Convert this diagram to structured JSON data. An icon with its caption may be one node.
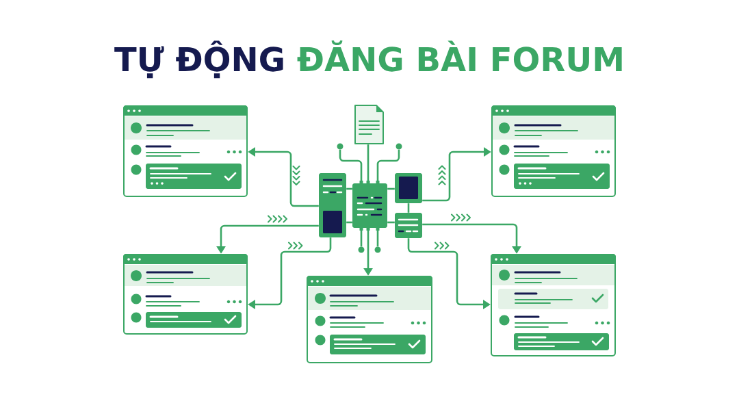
{
  "diagram": {
    "title": "TỰ ĐỘNG ĐĂNG BÀI FORUM",
    "nodes": [
      {
        "text": [],
        "shape": "window"
      },
      {
        "text": [],
        "shape": "document"
      },
      {
        "text": [],
        "shape": "window"
      },
      {
        "text": [],
        "shape": "circle"
      },
      {
        "text": [],
        "shape": "circle"
      },
      {
        "text": [],
        "shape": "box"
      },
      {
        "text": [],
        "shape": "box"
      },
      {
        "text": [],
        "shape": "chip"
      },
      {
        "text": [],
        "shape": "box"
      },
      {
        "text": [],
        "shape": "circle"
      },
      {
        "text": [],
        "shape": "circle"
      },
      {
        "text": [],
        "shape": "window"
      },
      {
        "text": [],
        "shape": "window"
      },
      {
        "text": [],
        "shape": "window"
      }
    ],
    "edges": [
      {
        "from": 1,
        "to": 7,
        "arrow": "none"
      },
      {
        "from": 3,
        "to": 7,
        "arrow": "none"
      },
      {
        "from": 4,
        "to": 7,
        "arrow": "none"
      },
      {
        "from": 5,
        "to": 7,
        "arrow": "none"
      },
      {
        "from": 5,
        "to": 7,
        "arrow": "none"
      },
      {
        "from": 7,
        "to": 6,
        "arrow": "none"
      },
      {
        "from": 7,
        "to": 8,
        "arrow": "none"
      },
      {
        "from": 6,
        "to": 8,
        "arrow": "none"
      },
      {
        "from": 7,
        "to": 9,
        "arrow": "none"
      },
      {
        "from": 7,
        "to": 10,
        "arrow": "none"
      },
      {
        "from": 5,
        "to": 0,
        "arrow": "to"
      },
      {
        "from": 5,
        "to": 11,
        "arrow": "to"
      },
      {
        "from": 5,
        "to": 11,
        "arrow": "to"
      },
      {
        "from": 7,
        "to": 12,
        "arrow": "to"
      },
      {
        "from": 6,
        "to": 2,
        "arrow": "to"
      },
      {
        "from": 8,
        "to": 13,
        "arrow": "to"
      },
      {
        "from": 8,
        "to": 13,
        "arrow": "to"
      }
    ]
  }
}
